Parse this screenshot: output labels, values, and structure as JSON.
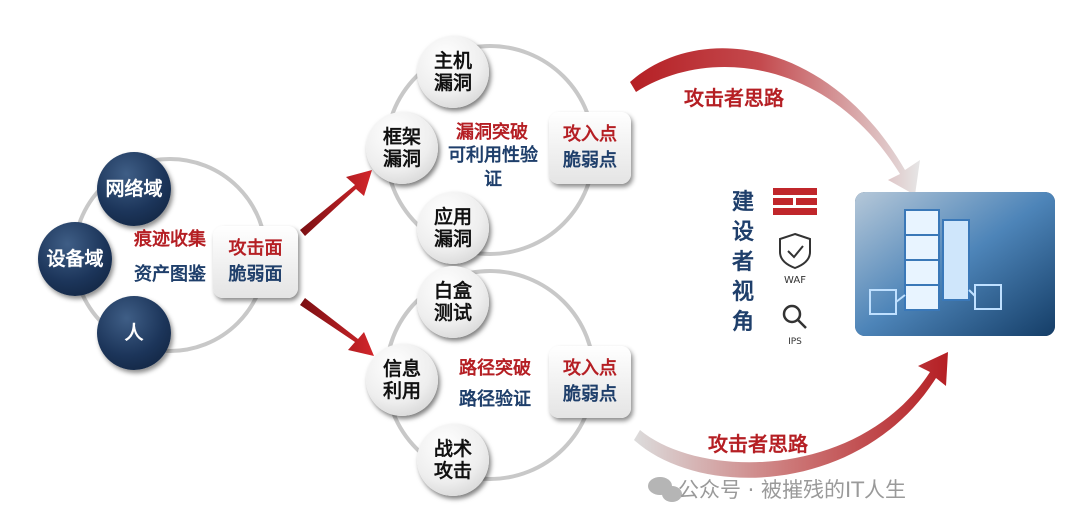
{
  "left": {
    "circles": [
      "网络域",
      "设备域",
      "人"
    ],
    "center_red": "痕迹收集",
    "center_blue": "资产图鉴",
    "box": {
      "red": "攻击面",
      "blue": "脆弱面"
    }
  },
  "top": {
    "circles": [
      {
        "lines": [
          "主机",
          "漏洞"
        ]
      },
      {
        "lines": [
          "框架",
          "漏洞"
        ]
      },
      {
        "lines": [
          "应用",
          "漏洞"
        ]
      }
    ],
    "center_red": "漏洞突破",
    "center_blue": [
      "可利用性验",
      "证"
    ],
    "box": {
      "red": "攻入点",
      "blue": "脆弱点"
    }
  },
  "bottom": {
    "circles": [
      {
        "lines": [
          "白盒",
          "测试"
        ]
      },
      {
        "lines": [
          "信息",
          "利用"
        ]
      },
      {
        "lines": [
          "战术",
          "攻击"
        ]
      }
    ],
    "center_red": "路径突破",
    "center_blue": "路径验证",
    "box": {
      "red": "攻入点",
      "blue": "脆弱点"
    }
  },
  "right": {
    "builder_view": [
      "建",
      "设",
      "者",
      "视",
      "角"
    ],
    "attacker_top": "攻击者思路",
    "attacker_bottom": "攻击者思路",
    "icons": [
      {
        "name": "firewall-icon",
        "label": ""
      },
      {
        "name": "waf-shield-icon",
        "label": "WAF"
      },
      {
        "name": "ips-magnifier-icon",
        "label": "IPS"
      }
    ]
  },
  "watermark": "公众号 · 被摧残的IT人生",
  "colors": {
    "red": "#b51f24",
    "navy": "#1f3f6b",
    "dark_circle": "#1c355a"
  }
}
